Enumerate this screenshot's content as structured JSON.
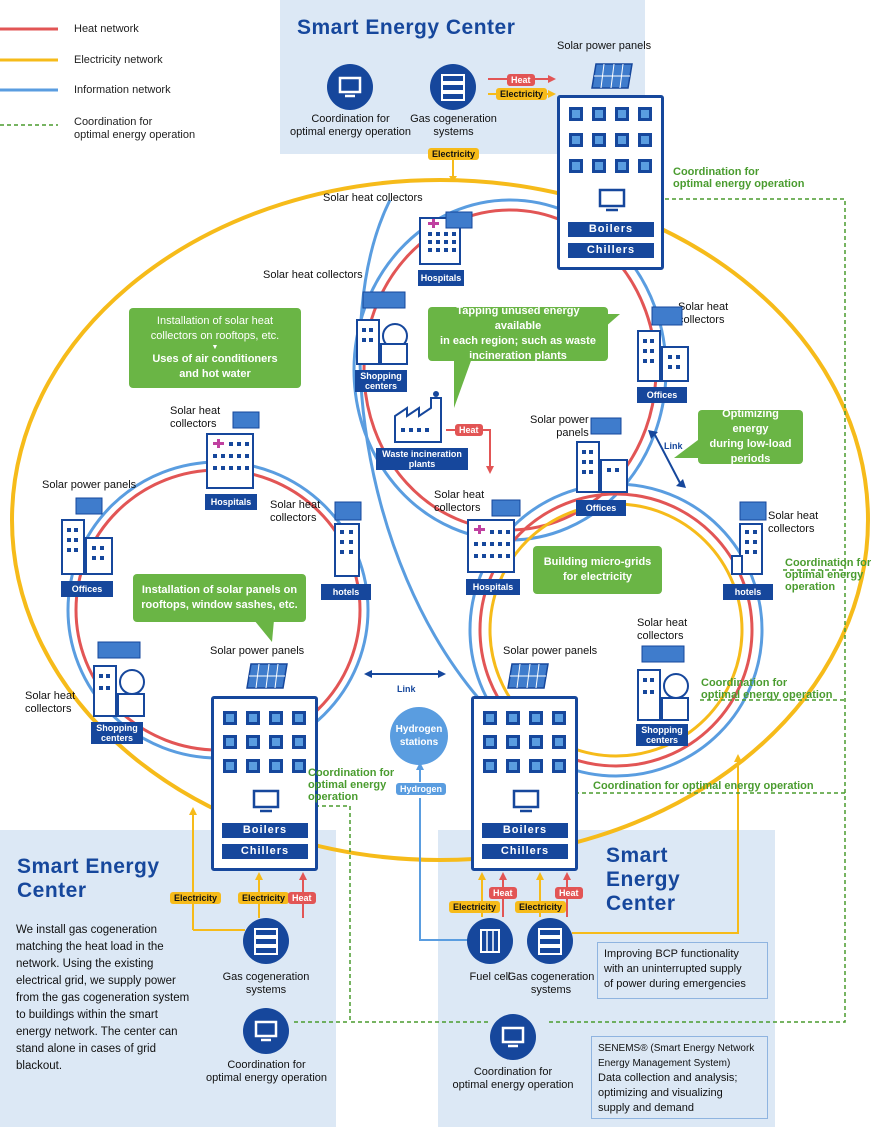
{
  "legend": {
    "heat": "Heat network",
    "electricity": "Electricity network",
    "information": "Information network",
    "coordination_line1": "Coordination for",
    "coordination_line2": "optimal energy operation",
    "colors": {
      "heat": "#e25555",
      "electricity": "#f6bb1a",
      "information": "#5a9de0",
      "coordination": "#4a9c2f"
    }
  },
  "sec_top": {
    "title": "Smart Energy Center",
    "coord_line1": "Coordination for",
    "coord_line2": "optimal energy operation",
    "gas_line1": "Gas cogeneration",
    "gas_line2": "systems",
    "heat_tag": "Heat",
    "elec_tag": "Electricity",
    "elec_down_tag": "Electricity"
  },
  "sec_left": {
    "title_line1": "Smart Energy",
    "title_line2": "Center",
    "paragraph": [
      "We install gas cogeneration",
      "matching the heat load in the",
      "network. Using the existing",
      "electrical grid, we supply power",
      "from the gas cogeneration system",
      "to buildings within the smart",
      "energy network. The center can",
      "stand alone in cases of grid",
      "blackout."
    ],
    "elec_tag1": "Electricity",
    "elec_tag2": "Electricity",
    "heat_tag": "Heat",
    "gas_line1": "Gas cogeneration",
    "gas_line2": "systems",
    "coord_line1": "Coordination for",
    "coord_line2": "optimal energy operation"
  },
  "sec_right": {
    "title_line1": "Smart",
    "title_line2": "Energy",
    "title_line3": "Center",
    "elec_tag1": "Electricity",
    "heat_tag1": "Heat",
    "elec_tag2": "Electricity",
    "heat_tag2": "Heat",
    "fuel_cell": "Fuel cell",
    "gas_line1": "Gas cogeneration",
    "gas_line2": "systems",
    "bcp_line1": "Improving BCP functionality",
    "bcp_line2": "with an uninterrupted supply",
    "bcp_line3": "of power during emergencies",
    "coord_line1": "Coordination for",
    "coord_line2": "optimal energy operation",
    "senems_line1": "SENEMS® (Smart Energy Network",
    "senems_line2": "Energy Management System)",
    "senems_line3": "Data collection and analysis;",
    "senems_line4": "optimizing and visualizing",
    "senems_line5": "supply and demand"
  },
  "buildings": {
    "boilers": "Boilers",
    "chillers": "Chillers",
    "hospitals": "Hospitals",
    "offices": "Offices",
    "hotels": "hotels",
    "shopping_line1": "Shopping",
    "shopping_line2": "centers",
    "waste_line1": "Waste incineration",
    "waste_line2": "plants",
    "hydrogen_line1": "Hydrogen",
    "hydrogen_line2": "stations",
    "hydrogen_tag": "Hydrogen"
  },
  "labels": {
    "solar_power_panels": "Solar power panels",
    "solar_heat_collectors": "Solar heat collectors",
    "solar_heat": "Solar heat",
    "collectors": "collectors",
    "solar_power": "Solar power",
    "panels": "panels",
    "link": "Link",
    "heat": "Heat",
    "coord_top_1": "Coordination for",
    "coord_top_2": "optimal energy operation",
    "coord_right_1": "Coordination for",
    "coord_right_2": "optimal energy",
    "coord_right_3": "operation",
    "coord_mid_1": "Coordination for",
    "coord_mid_2": "optimal energy operation",
    "coord_bottom": "Coordination for optimal energy operation",
    "coord_left_1": "Coordination for",
    "coord_left_2": "optimal energy",
    "coord_left_3": "operation"
  },
  "bubbles": {
    "solar_heat_line1": "Installation of solar heat",
    "solar_heat_line2": "collectors on rooftops, etc.",
    "solar_heat_arrow": "▼",
    "solar_heat_line3": "Uses of air conditioners",
    "solar_heat_line4": "and hot water",
    "unused_line1": "Tapping unused energy available",
    "unused_line2": "in each region; such as waste",
    "unused_line3": "incineration plants",
    "lowload_line1": "Optimizing energy",
    "lowload_line2": "during low-load",
    "lowload_line3": "periods",
    "solar_panels_line1": "Installation of solar panels on",
    "solar_panels_line2": "rooftops, window sashes, etc.",
    "microgrid_line1": "Building micro-grids",
    "microgrid_line2": "for electricity"
  }
}
